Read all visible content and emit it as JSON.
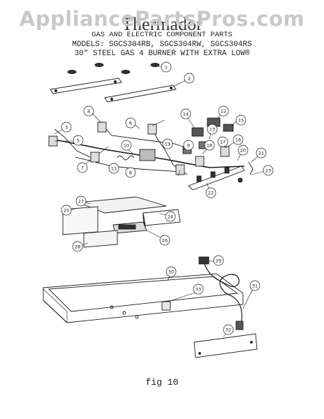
{
  "watermark": "AppliancePartsPros.com",
  "header": {
    "brand": "Thermador",
    "subtitle": "GAS AND ELECTRIC COMPONENT PARTS",
    "models": "MODELS: SGCS304RB, SGCS304RW, SGCS304RS",
    "range": "30\" STEEL GAS 4 BURNER WITH EXTRA LOW®"
  },
  "footer": {
    "fig_label": "fig 10"
  },
  "callouts": [
    "1",
    "2",
    "3",
    "4",
    "5",
    "6",
    "7",
    "8",
    "9",
    "10",
    "11",
    "12",
    "13",
    "14",
    "15",
    "16",
    "17",
    "18",
    "19",
    "20",
    "21",
    "22",
    "23",
    "24",
    "25",
    "26",
    "27",
    "28",
    "29",
    "30",
    "31",
    "32",
    "33"
  ],
  "colors": {
    "ink": "#1a1a1a",
    "watermark": "#c8c8c8"
  }
}
